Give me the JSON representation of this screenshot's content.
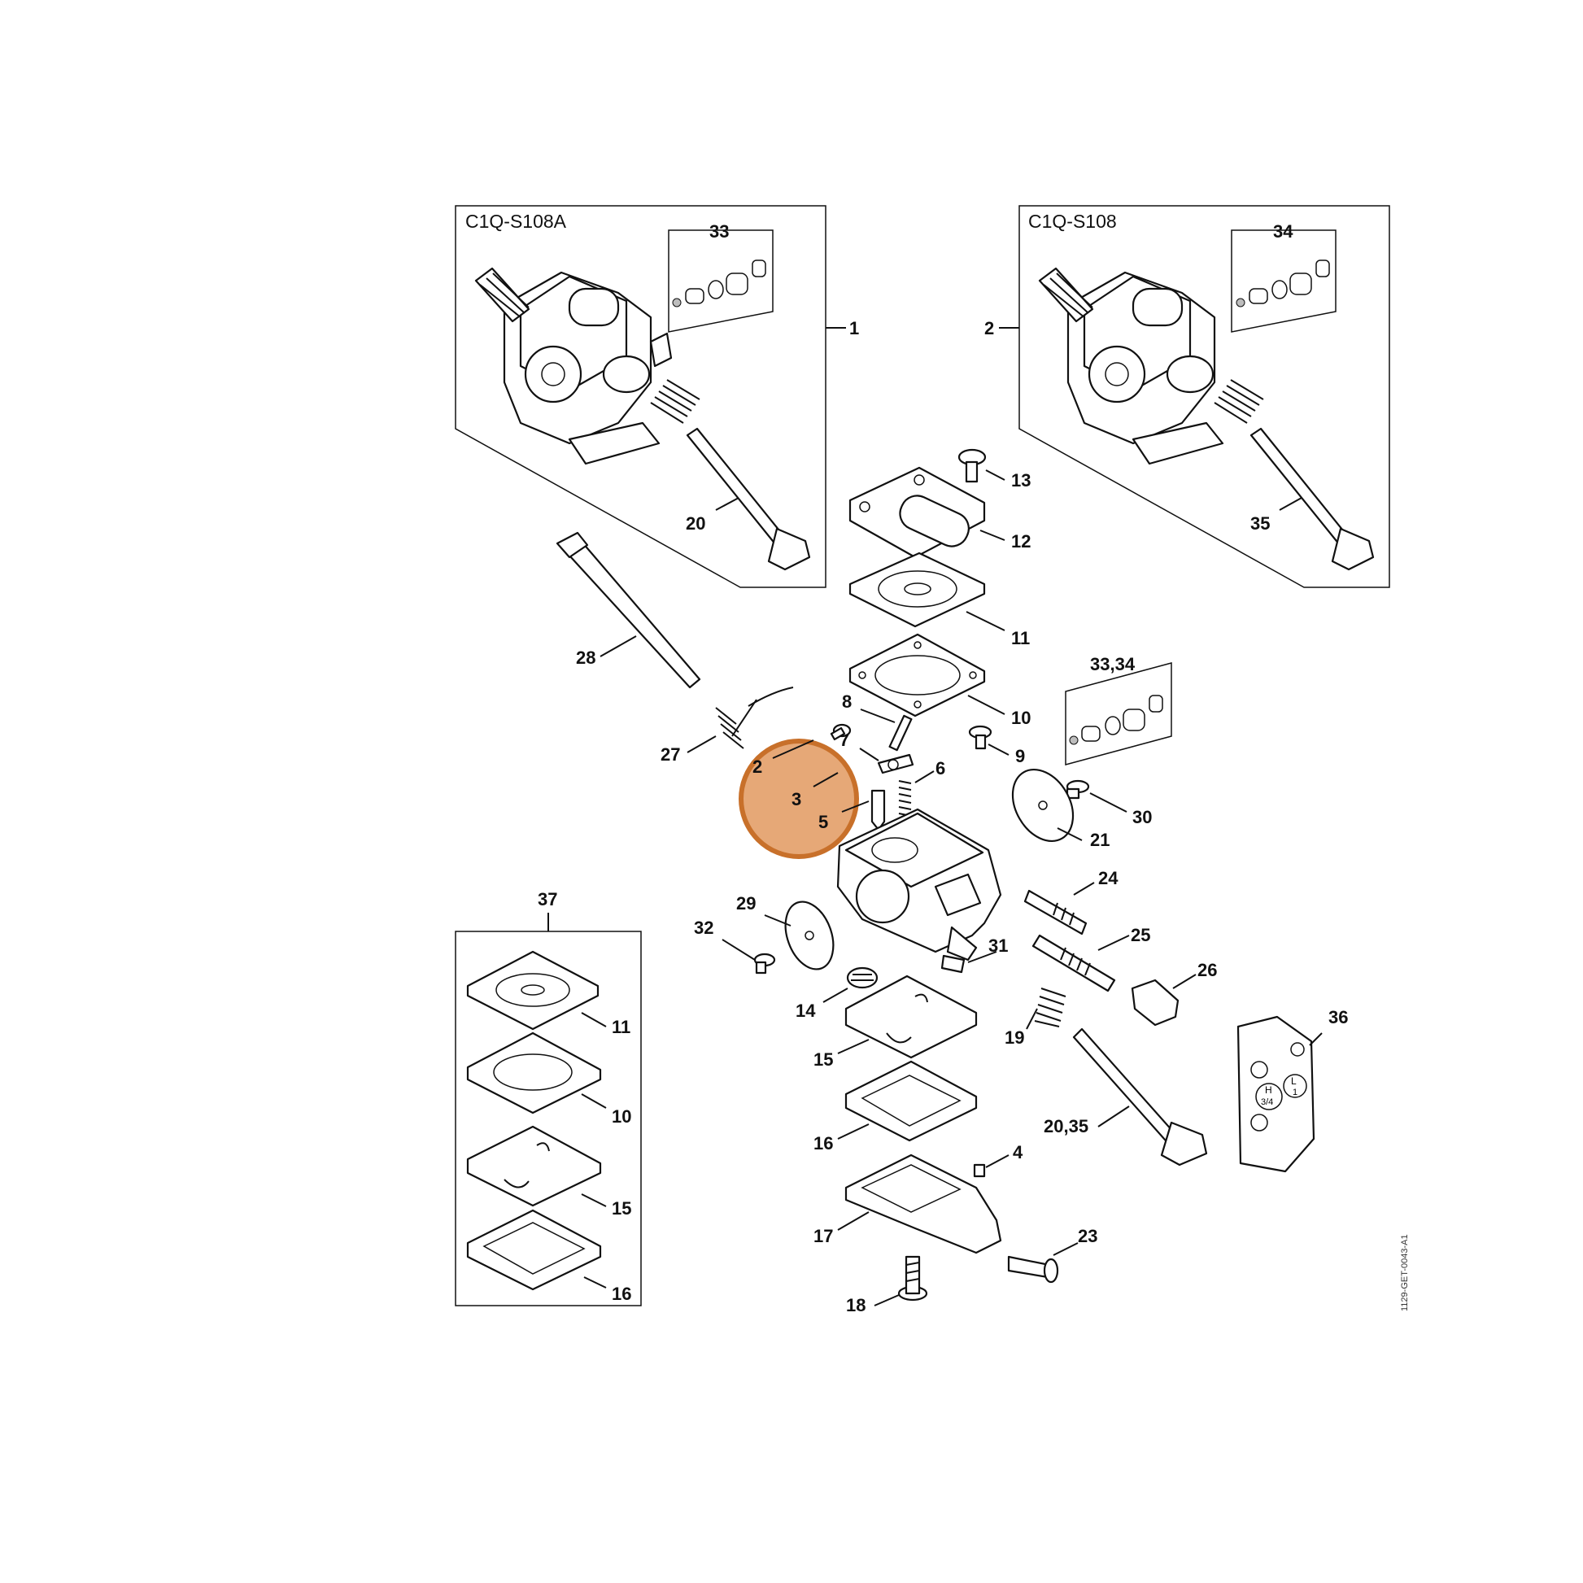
{
  "diagram": {
    "kit_boxes": [
      {
        "id": "box-1",
        "title": "C1Q-S108A",
        "kit_label": "33",
        "callout": "1",
        "lever_label": "20"
      },
      {
        "id": "box-2",
        "title": "C1Q-S108",
        "kit_label": "34",
        "callout": "2",
        "lever_label": "35"
      },
      {
        "id": "box-37",
        "title": "",
        "callout": "37",
        "items": [
          "11",
          "10",
          "15",
          "16"
        ]
      }
    ],
    "small_kit": {
      "label": "33,34"
    },
    "callouts": {
      "c2": "2",
      "c3": "3",
      "c4": "4",
      "c5": "5",
      "c6": "6",
      "c7": "7",
      "c8": "8",
      "c9": "9",
      "c10": "10",
      "c11": "11",
      "c12": "12",
      "c13": "13",
      "c14": "14",
      "c15": "15",
      "c16": "16",
      "c17": "17",
      "c18": "18",
      "c19": "19",
      "c20_35": "20,35",
      "c21": "21",
      "c23": "23",
      "c24": "24",
      "c25": "25",
      "c26": "26",
      "c27": "27",
      "c28": "28",
      "c29": "29",
      "c30": "30",
      "c31": "31",
      "c32": "32",
      "c36": "36"
    },
    "plate_marks": {
      "h": "H",
      "h_val": "3/4",
      "l": "L",
      "l_val": "1"
    },
    "highlight": {
      "color": "#e6a877",
      "border": "#c8702a",
      "target": "3"
    },
    "doc_id": "1129-GET-0043-A1"
  }
}
